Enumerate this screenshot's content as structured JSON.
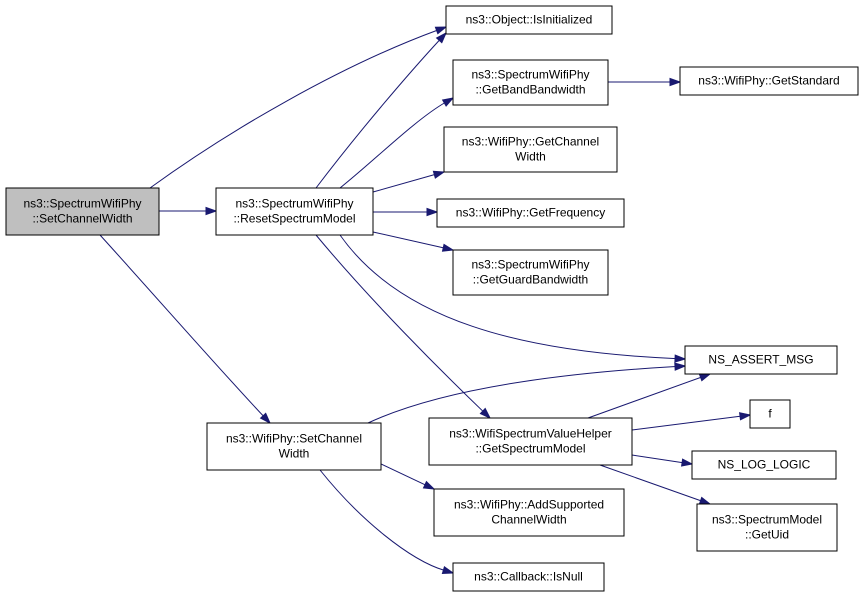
{
  "colors": {
    "edge": "#191970",
    "root_fill": "#bfbfbf",
    "node_fill": "#ffffff",
    "node_border": "#000000"
  },
  "nodes": {
    "set_channel_width_root": [
      "ns3::SpectrumWifiPhy",
      "::SetChannelWidth"
    ],
    "reset_spectrum_model": [
      "ns3::SpectrumWifiPhy",
      "::ResetSpectrumModel"
    ],
    "wifiphy_set_channel_width": [
      "ns3::WifiPhy::SetChannel",
      "Width"
    ],
    "object_is_initialized": [
      "ns3::Object::IsInitialized"
    ],
    "get_band_bandwidth": [
      "ns3::SpectrumWifiPhy",
      "::GetBandBandwidth"
    ],
    "get_standard": [
      "ns3::WifiPhy::GetStandard"
    ],
    "get_channel_width": [
      "ns3::WifiPhy::GetChannel",
      "Width"
    ],
    "get_frequency": [
      "ns3::WifiPhy::GetFrequency"
    ],
    "get_guard_bandwidth": [
      "ns3::SpectrumWifiPhy",
      "::GetGuardBandwidth"
    ],
    "ns_assert_msg": [
      "NS_ASSERT_MSG"
    ],
    "get_spectrum_model": [
      "ns3::WifiSpectrumValueHelper",
      "::GetSpectrumModel"
    ],
    "f": [
      "f"
    ],
    "ns_log_logic": [
      "NS_LOG_LOGIC"
    ],
    "spectrum_model_get_uid": [
      "ns3::SpectrumModel",
      "::GetUid"
    ],
    "add_supported_channel_width": [
      "ns3::WifiPhy::AddSupported",
      "ChannelWidth"
    ],
    "callback_is_null": [
      "ns3::Callback::IsNull"
    ]
  },
  "edges": [
    [
      "set_channel_width_root",
      "object_is_initialized"
    ],
    [
      "set_channel_width_root",
      "reset_spectrum_model"
    ],
    [
      "set_channel_width_root",
      "wifiphy_set_channel_width"
    ],
    [
      "reset_spectrum_model",
      "object_is_initialized"
    ],
    [
      "reset_spectrum_model",
      "get_band_bandwidth"
    ],
    [
      "reset_spectrum_model",
      "get_channel_width"
    ],
    [
      "reset_spectrum_model",
      "get_frequency"
    ],
    [
      "reset_spectrum_model",
      "get_guard_bandwidth"
    ],
    [
      "reset_spectrum_model",
      "ns_assert_msg"
    ],
    [
      "reset_spectrum_model",
      "get_spectrum_model"
    ],
    [
      "get_band_bandwidth",
      "get_standard"
    ],
    [
      "wifiphy_set_channel_width",
      "ns_assert_msg"
    ],
    [
      "wifiphy_set_channel_width",
      "add_supported_channel_width"
    ],
    [
      "wifiphy_set_channel_width",
      "callback_is_null"
    ],
    [
      "get_spectrum_model",
      "ns_assert_msg"
    ],
    [
      "get_spectrum_model",
      "f"
    ],
    [
      "get_spectrum_model",
      "ns_log_logic"
    ],
    [
      "get_spectrum_model",
      "spectrum_model_get_uid"
    ]
  ]
}
